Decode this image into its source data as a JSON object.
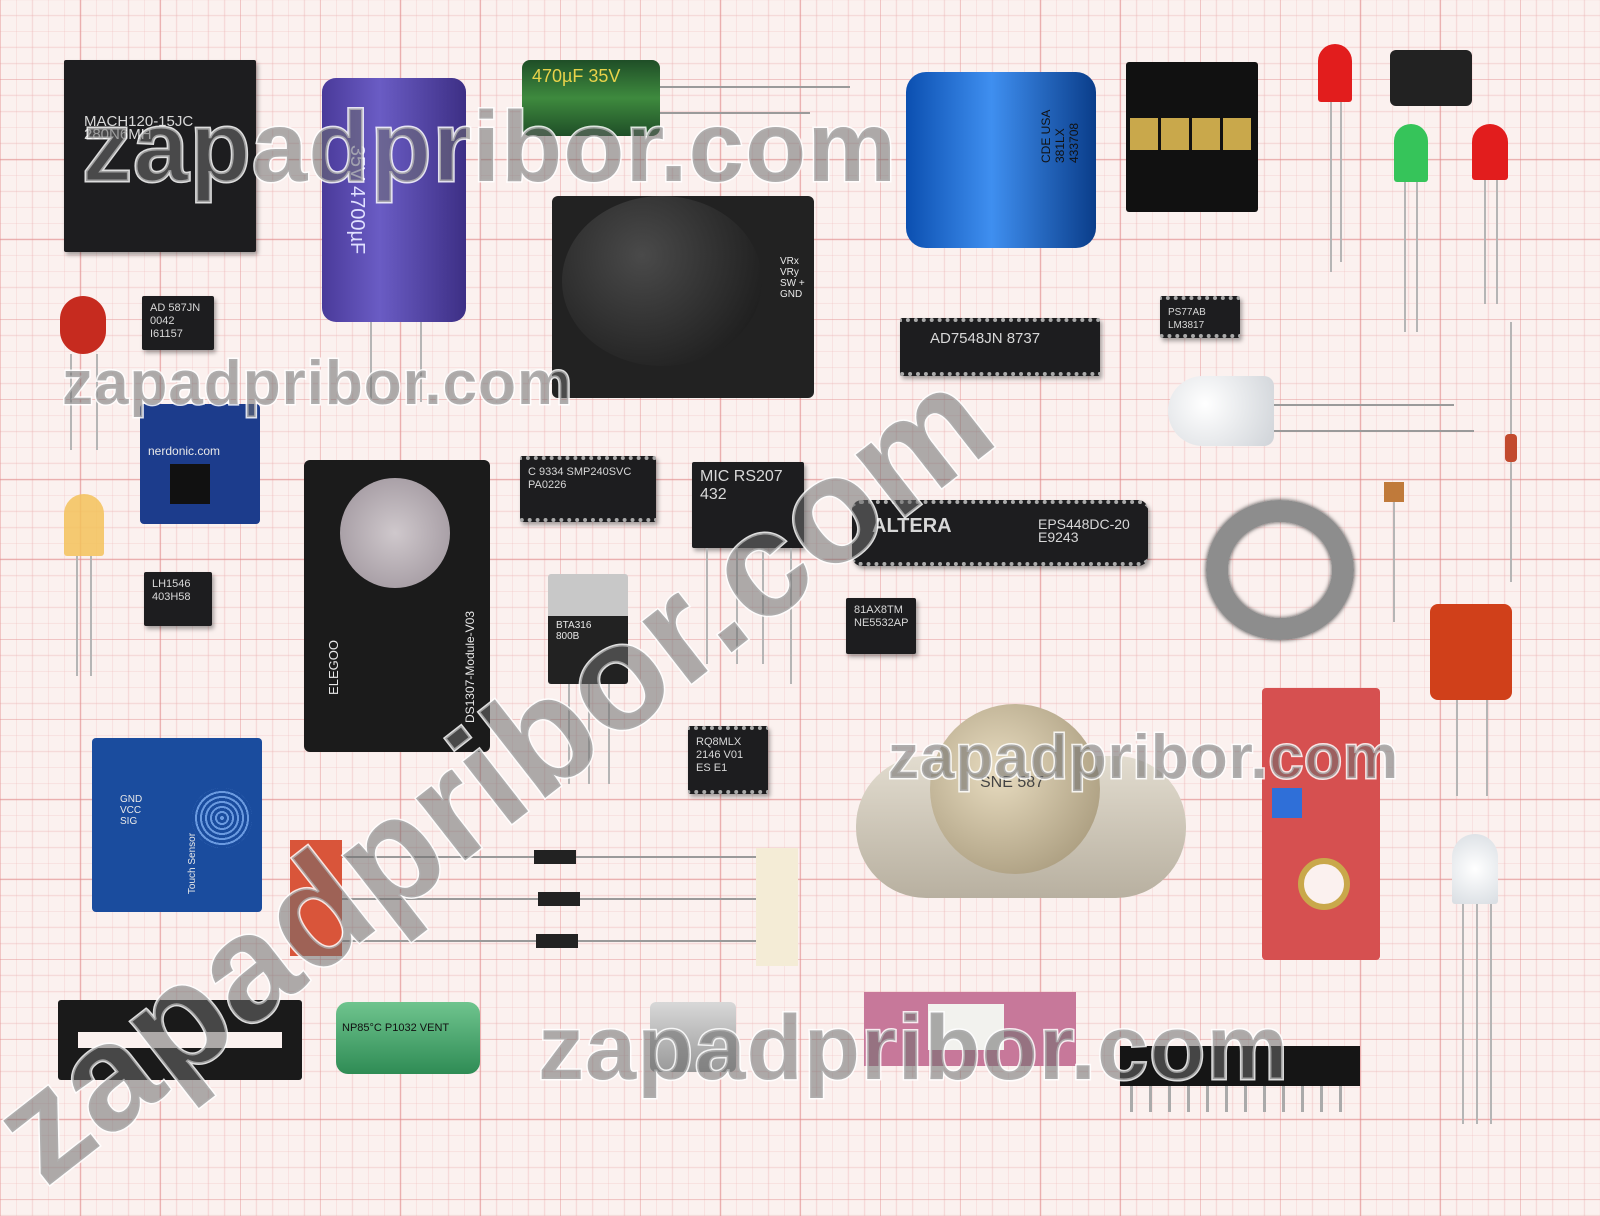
{
  "watermarks": [
    "zapadpribor.com",
    "zapadpribor.com",
    "zapadpribor.com",
    "zapadpribor.com",
    "zapadpribor.com"
  ],
  "components": {
    "mach_chip": "MACH120-15JC",
    "mach_chip_line2": "280N6MH",
    "cap_green": "470µF 35V",
    "cap_purple": "35V 4700µF",
    "cap_blue": "CDE USA 381LX 433708",
    "ad587": "AD 587JN 0042 I61157",
    "ad7548": "AD7548JN 8737",
    "lm_chip": "PS77AB LM3817",
    "nerdonic": "nerdonic.com",
    "smp_chip": "C 9334 SMP240SVC PA0226",
    "rs207": "MIC RS207 432",
    "altera_brand": "ALTERA",
    "altera_part": "EPS448DC-20",
    "altera_code": "E9243",
    "lh1546": "LH1546 403H58",
    "bta": "BTA316 800B",
    "ne5532": "81AX8TM NE5532AP",
    "elegoo": "ELEGOO",
    "ds1307": "DS1307-Module-V03",
    "rq": "RQ8MLX 2146 V01 ES E1",
    "touch": "Touch Sensor",
    "touch_pins": "GND VCC SIG",
    "np_cap": "NP85°C P1032 VENT",
    "to3": "SNE 587",
    "joystick_pins": "VRx VRy SW + GND"
  }
}
